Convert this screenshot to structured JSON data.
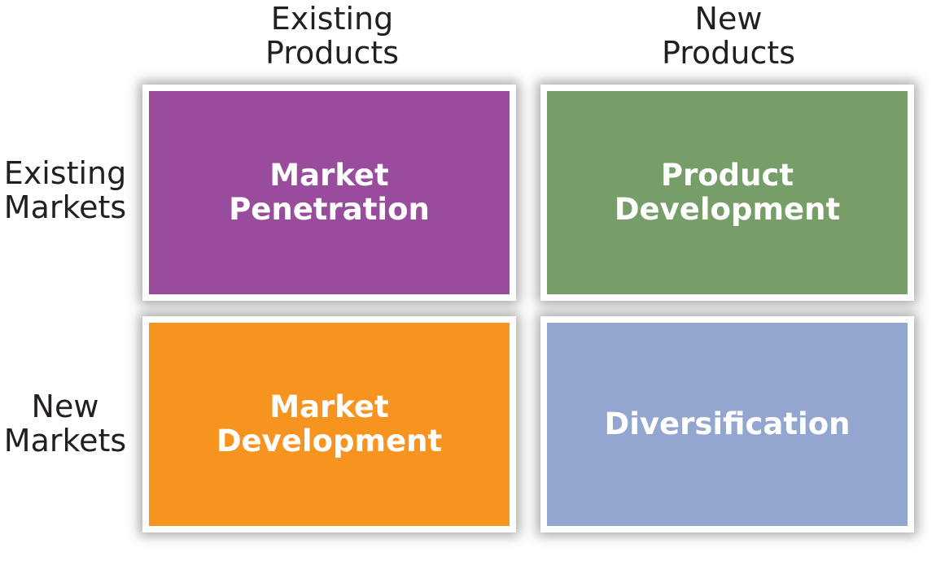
{
  "column_headers": [
    "Existing\nProducts",
    "New\nProducts"
  ],
  "row_headers": [
    "Existing\nMarkets",
    "New\nMarkets"
  ],
  "cells": [
    {
      "label": "Market\nPenetration",
      "color": "#994c9c"
    },
    {
      "label": "Product\nDevelopment",
      "color": "#779e69"
    },
    {
      "label": "Market\nDevelopment",
      "color": "#f7941f"
    },
    {
      "label": "Diversification",
      "color": "#92a6cf"
    }
  ]
}
